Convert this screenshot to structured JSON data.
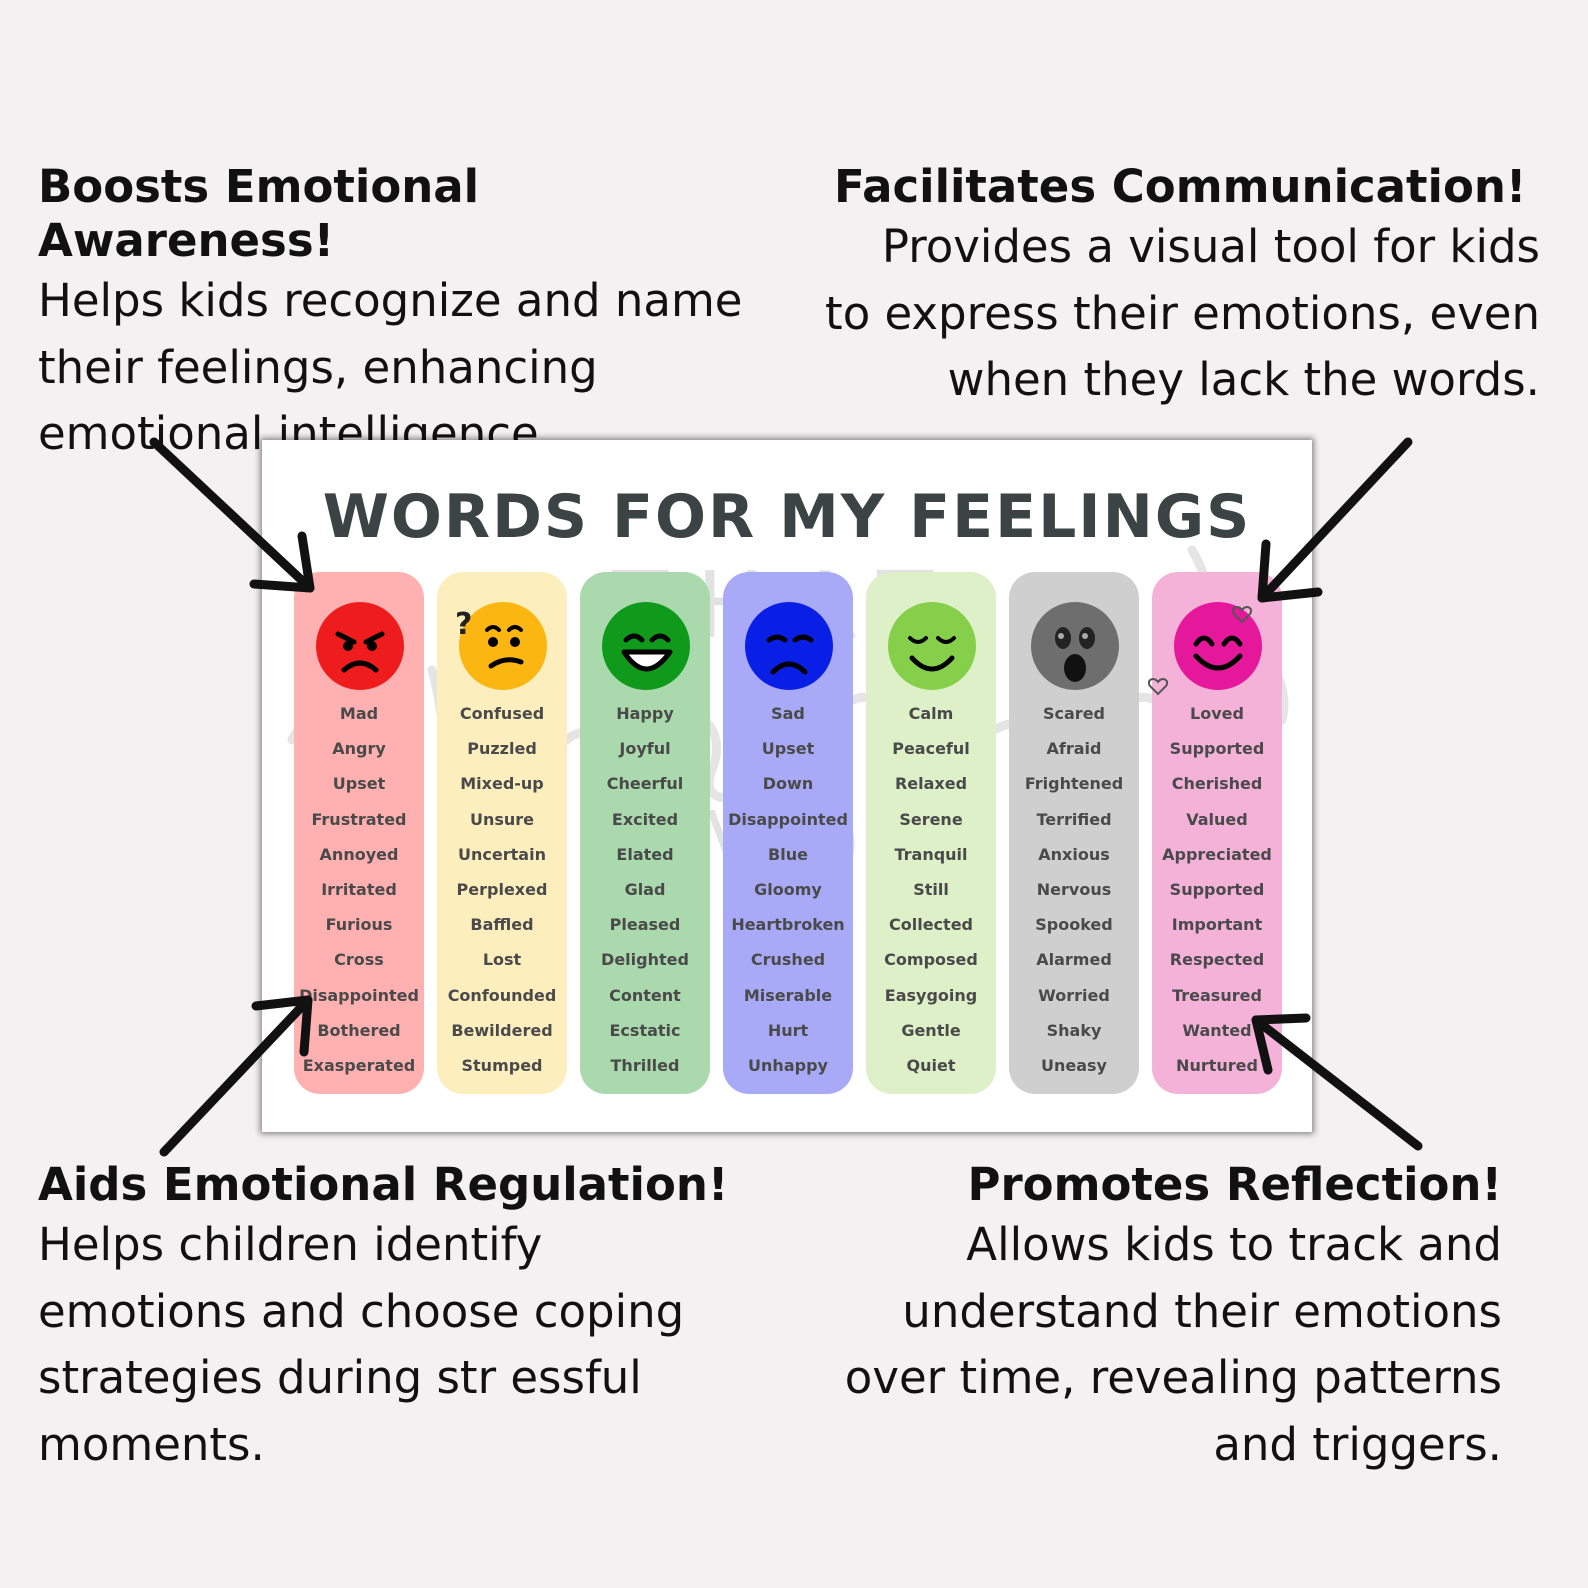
{
  "callouts": {
    "top_left": {
      "heading": "Boosts Emotional Awareness!",
      "lines": [
        "Helps kids recognize and name",
        "their feelings, enhancing",
        "emotional intelligence."
      ]
    },
    "top_right": {
      "heading": "Facilitates Communication!",
      "lines": [
        "Provides a visual tool for kids",
        "to express their emotions, even",
        "when they lack the words."
      ]
    },
    "bottom_left": {
      "heading": "Aids Emotional Regulation!",
      "lines": [
        "Helps children identify",
        "emotions and choose coping",
        "strategies during str essful",
        "moments."
      ]
    },
    "bottom_right": {
      "heading": "Promotes Reflection!",
      "lines": [
        "Allows kids to track and",
        "understand their emotions",
        "over time, revealing patterns",
        "and triggers."
      ]
    }
  },
  "poster": {
    "title": "WORDS FOR MY FEELINGS",
    "watermark": {
      "line1": "THAT",
      "line3": "MOM"
    },
    "columns": [
      {
        "emotion": "mad",
        "bg": "#ffb0b0",
        "face_color": "#ee1c1c",
        "words": [
          "Mad",
          "Angry",
          "Upset",
          "Frustrated",
          "Annoyed",
          "Irritated",
          "Furious",
          "Cross",
          "Disappointed",
          "Bothered",
          "Exasperated"
        ]
      },
      {
        "emotion": "confused",
        "bg": "#fdefbd",
        "face_color": "#fbb612",
        "words": [
          "Confused",
          "Puzzled",
          "Mixed-up",
          "Unsure",
          "Uncertain",
          "Perplexed",
          "Baffled",
          "Lost",
          "Confounded",
          "Bewildered",
          "Stumped"
        ]
      },
      {
        "emotion": "happy",
        "bg": "#a9d9ac",
        "face_color": "#0f9a1c",
        "words": [
          "Happy",
          "Joyful",
          "Cheerful",
          "Excited",
          "Elated",
          "Glad",
          "Pleased",
          "Delighted",
          "Content",
          "Ecstatic",
          "Thrilled"
        ]
      },
      {
        "emotion": "sad",
        "bg": "#a8aaf8",
        "face_color": "#0a1fe6",
        "words": [
          "Sad",
          "Upset",
          "Down",
          "Disappointed",
          "Blue",
          "Gloomy",
          "Heartbroken",
          "Crushed",
          "Miserable",
          "Hurt",
          "Unhappy"
        ]
      },
      {
        "emotion": "calm",
        "bg": "#ddf0c8",
        "face_color": "#86cf4a",
        "words": [
          "Calm",
          "Peaceful",
          "Relaxed",
          "Serene",
          "Tranquil",
          "Still",
          "Collected",
          "Composed",
          "Easygoing",
          "Gentle",
          "Quiet"
        ]
      },
      {
        "emotion": "scared",
        "bg": "#cfcfcf",
        "face_color": "#6e6e6e",
        "words": [
          "Scared",
          "Afraid",
          "Frightened",
          "Terrified",
          "Anxious",
          "Nervous",
          "Spooked",
          "Alarmed",
          "Worried",
          "Shaky",
          "Uneasy"
        ]
      },
      {
        "emotion": "loved",
        "bg": "#f5b2d9",
        "face_color": "#e5179a",
        "words": [
          "Loved",
          "Supported",
          "Cherished",
          "Valued",
          "Appreciated",
          "Supported",
          "Important",
          "Respected",
          "Treasured",
          "Wanted",
          "Nurtured"
        ]
      }
    ]
  }
}
